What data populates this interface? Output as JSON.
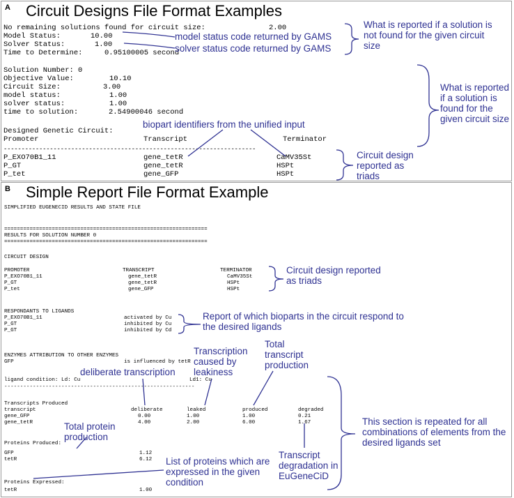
{
  "panel_a": {
    "letter": "A",
    "title": "Circuit Designs File Format Examples",
    "line1_label": "No remaining solutions found for circuit size:",
    "line1_value": "2.00",
    "line2_label": "Model Status:",
    "line2_value": "10.00",
    "line3_label": "Solver Status:",
    "line3_value": "1.00",
    "line4_label": "Time to Determine:",
    "line4_value": "0.95100005 second",
    "sol_label": "Solution Number:",
    "sol_value": "0",
    "obj_label": "Objective Value:",
    "obj_value": "10.10",
    "size_label": "Circuit Size:",
    "size_value": "3.00",
    "ms_label": "model status:",
    "ms_value": "1.00",
    "ss_label": "solver status:",
    "ss_value": "1.00",
    "tts_label": "time to solution:",
    "tts_value": "2.54900046 second",
    "dgc_label": "Designed Genetic Circuit:",
    "headers": [
      "Promoter",
      "Transcript",
      "Terminator"
    ],
    "dash_line": "-----------------------------------------------------------------------",
    "rows": [
      [
        "P_EXO70B1_11",
        "gene_tetR",
        "CaMV35St"
      ],
      [
        "P_GT",
        "gene_tetR",
        "HSPt"
      ],
      [
        "P_tet",
        "gene_GFP",
        "HSPt"
      ]
    ],
    "annotations": {
      "not_found": "What is reported if a solution is not found for the given circuit size",
      "model_code": "model status code returned by GAMS",
      "solver_code": "solver status code returned by GAMS",
      "found": "What is reported if a solution is found for the given circuit size",
      "bioparts": "biopart identifiers from the unified input",
      "triads": "Circuit design reported as triads"
    }
  },
  "panel_b": {
    "letter": "B",
    "title": "Simple Report File Format Example",
    "header_line": "SIMPLIFIED EUGENECID RESULTS AND STATE FILE",
    "eq_line": "================================================================",
    "results_line": "RESULTS FOR SOLUTION NUMBER 0",
    "cd_line": "CIRCUIT DESIGN",
    "cd_headers": [
      "PROMOTER",
      "TRANSCRIPT",
      "TERMINATOR"
    ],
    "cd_rows": [
      [
        "P_EXO70B1_11",
        "gene_tetR",
        "CaMV35St"
      ],
      [
        "P_GT",
        "gene_tetR",
        "HSPt"
      ],
      [
        "P_tet",
        "gene_GFP",
        "HSPt"
      ]
    ],
    "resp_line": "RESPONDANTS TO LIGANDS",
    "resp_rows": [
      [
        "P_EXO70B1_11",
        "activated by Cu"
      ],
      [
        "P_GT",
        "inhibited by Cu"
      ],
      [
        "P_GT",
        "inhibited by Cd"
      ]
    ],
    "enz_line": "ENZYMES ATTRIBUTION TO OTHER ENZYMES",
    "enz_row": [
      "GFP",
      "is influenced by tetR"
    ],
    "ligand_left": "ligand condition: Ld: Cu",
    "ligand_right": "Ld1: Cu",
    "dash_line": "------------------------------------------------------------",
    "tp_line": "Transcripts Produced",
    "tp_headers": [
      "transcript",
      "deliberate",
      "leaked",
      "produced",
      "degraded"
    ],
    "tp_rows": [
      [
        "gene_GFP",
        "0.00",
        "1.00",
        "1.00",
        "0.21"
      ],
      [
        "gene_tetR",
        "4.00",
        "2.00",
        "6.00",
        "1.67"
      ]
    ],
    "pp_line": "Proteins Produced:",
    "pp_rows": [
      [
        "GFP",
        "1.12"
      ],
      [
        "tetR",
        "6.12"
      ]
    ],
    "pe_line": "Proteins Expressed:",
    "pe_rows": [
      [
        "tetR",
        "1.00"
      ]
    ],
    "annotations": {
      "triads": "Circuit design reported as triads",
      "respond": "Report of which bioparts in the circuit respond to the desired ligands",
      "leakiness": "Transcription caused by leakiness",
      "total_transcript": "Total transcript production",
      "deliberate": "deliberate transcription",
      "total_protein": "Total protein production",
      "repeated": "This section is repeated for all combinations of elements from the  desired ligands set",
      "degradation": "Transcript degradation in EuGeneCiD",
      "expressed": "List of proteins which are expressed in the given condition"
    }
  }
}
